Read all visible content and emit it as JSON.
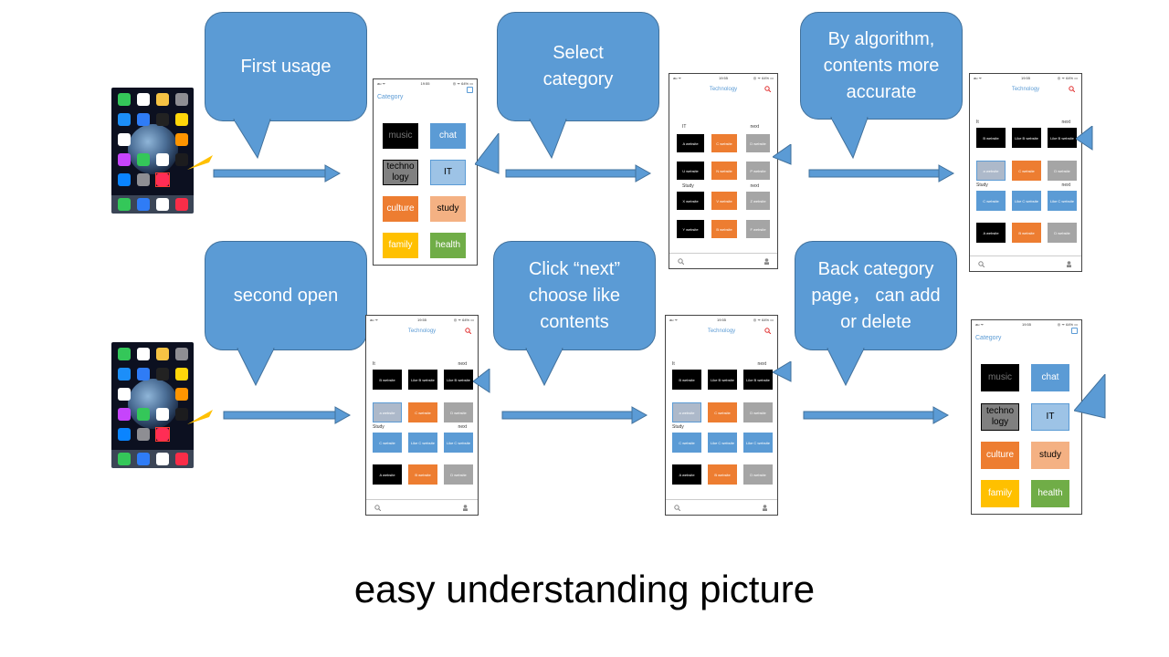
{
  "caption": "easy understanding picture",
  "callouts": {
    "first_usage": "First usage",
    "select_category": "Select category",
    "by_algorithm": "By algorithm, contents more accurate",
    "second_open": "second open",
    "click_next": "Click “next” choose like contents",
    "back_category": "Back category page， can add or delete"
  },
  "category_screen": {
    "title": "Category",
    "tiles": [
      "music",
      "chat",
      "techno logy",
      "IT",
      "culture",
      "study",
      "family",
      "health"
    ]
  },
  "tech_screen_a": {
    "title": "Technology",
    "sec1": "IT",
    "sec2": "Study",
    "next": "next",
    "tiles": [
      "A website",
      "C website",
      "D website",
      "U website",
      "N website",
      "P website",
      "X website",
      "V website",
      "Z website",
      "Y website",
      "B website",
      "F website"
    ]
  },
  "tech_screen_b": {
    "title": "Technology",
    "sec1": "It",
    "sec2": "Study",
    "next": "next",
    "tiles": [
      "B website",
      "Like B website",
      "Like B website",
      "a website",
      "C website",
      "D website",
      "C website",
      "Like C website",
      "Like C website",
      "A website",
      "B website",
      "D website"
    ]
  },
  "statusbar": {
    "time": "19:55",
    "left": "au ᯤ",
    "right": "◎ ᯤ 64% ▭"
  },
  "colors": {
    "callout": "#5b9bd5",
    "arrow": "#5b9bd5",
    "black_tile": "#000000",
    "blue_tile": "#5b9bd5",
    "grey_tile": "#a5a5a5",
    "orange_tile": "#ed7d31",
    "salmon_tile": "#f4b183",
    "yellow_tile": "#ffc000",
    "green_tile": "#70ad47",
    "light_blue_tile": "#9dc3e6",
    "dark_grey_tile": "#808080"
  }
}
